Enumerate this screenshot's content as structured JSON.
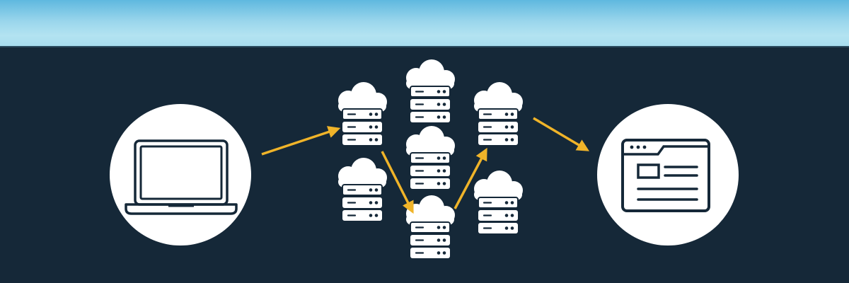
{
  "diagram": {
    "description_nodes": [
      {
        "id": "client",
        "kind": "laptop",
        "icon": "laptop-icon"
      },
      {
        "id": "server-a",
        "kind": "cloud-server",
        "icon": "cloud-server-icon"
      },
      {
        "id": "server-b",
        "kind": "cloud-server",
        "icon": "cloud-server-icon"
      },
      {
        "id": "server-c",
        "kind": "cloud-server",
        "icon": "cloud-server-icon"
      },
      {
        "id": "server-d",
        "kind": "cloud-server",
        "icon": "cloud-server-icon"
      },
      {
        "id": "server-e",
        "kind": "cloud-server",
        "icon": "cloud-server-icon"
      },
      {
        "id": "server-f",
        "kind": "cloud-server",
        "icon": "cloud-server-icon"
      },
      {
        "id": "server-g",
        "kind": "cloud-server",
        "icon": "cloud-server-icon"
      },
      {
        "id": "destination",
        "kind": "browser-window",
        "icon": "browser-window-icon"
      }
    ],
    "route": [
      "client",
      "server-a",
      "server-f",
      "server-g",
      "destination"
    ],
    "colors": {
      "background": "#152838",
      "sky_top": "#5fb8df",
      "sky_bottom": "#a6dcee",
      "node_fill": "#ffffff",
      "icon_stroke": "#152838",
      "arrow": "#f0b429"
    }
  }
}
